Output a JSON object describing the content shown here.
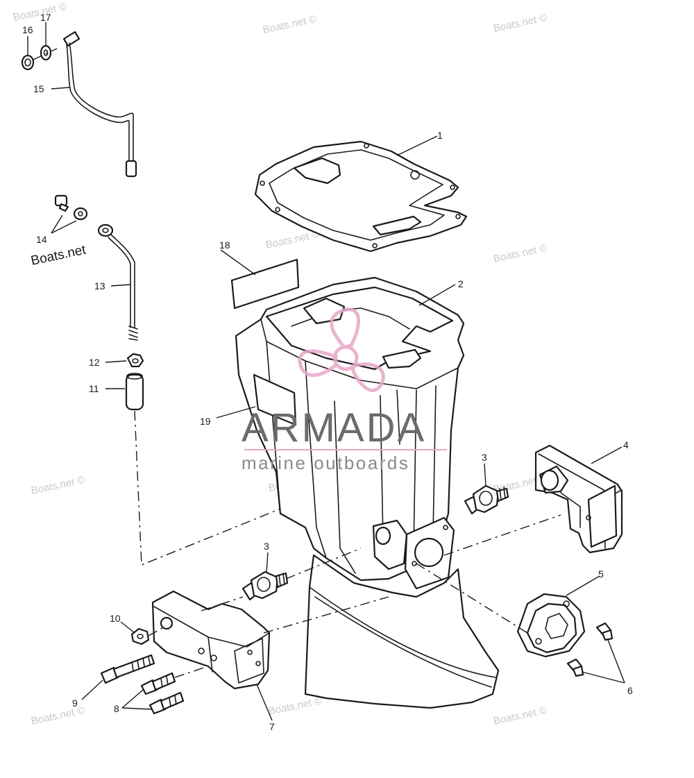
{
  "watermarks": {
    "boats_net": "Boats.net ©",
    "boats_net_plain": "Boats.net"
  },
  "brand": {
    "name": "ARMADA",
    "tagline": "marine outboards",
    "accent_color": "#e8a6c8"
  },
  "callouts": [
    "1",
    "2",
    "3",
    "3",
    "4",
    "5",
    "6",
    "7",
    "8",
    "9",
    "10",
    "11",
    "12",
    "13",
    "14",
    "15",
    "16",
    "17",
    "18",
    "19"
  ]
}
